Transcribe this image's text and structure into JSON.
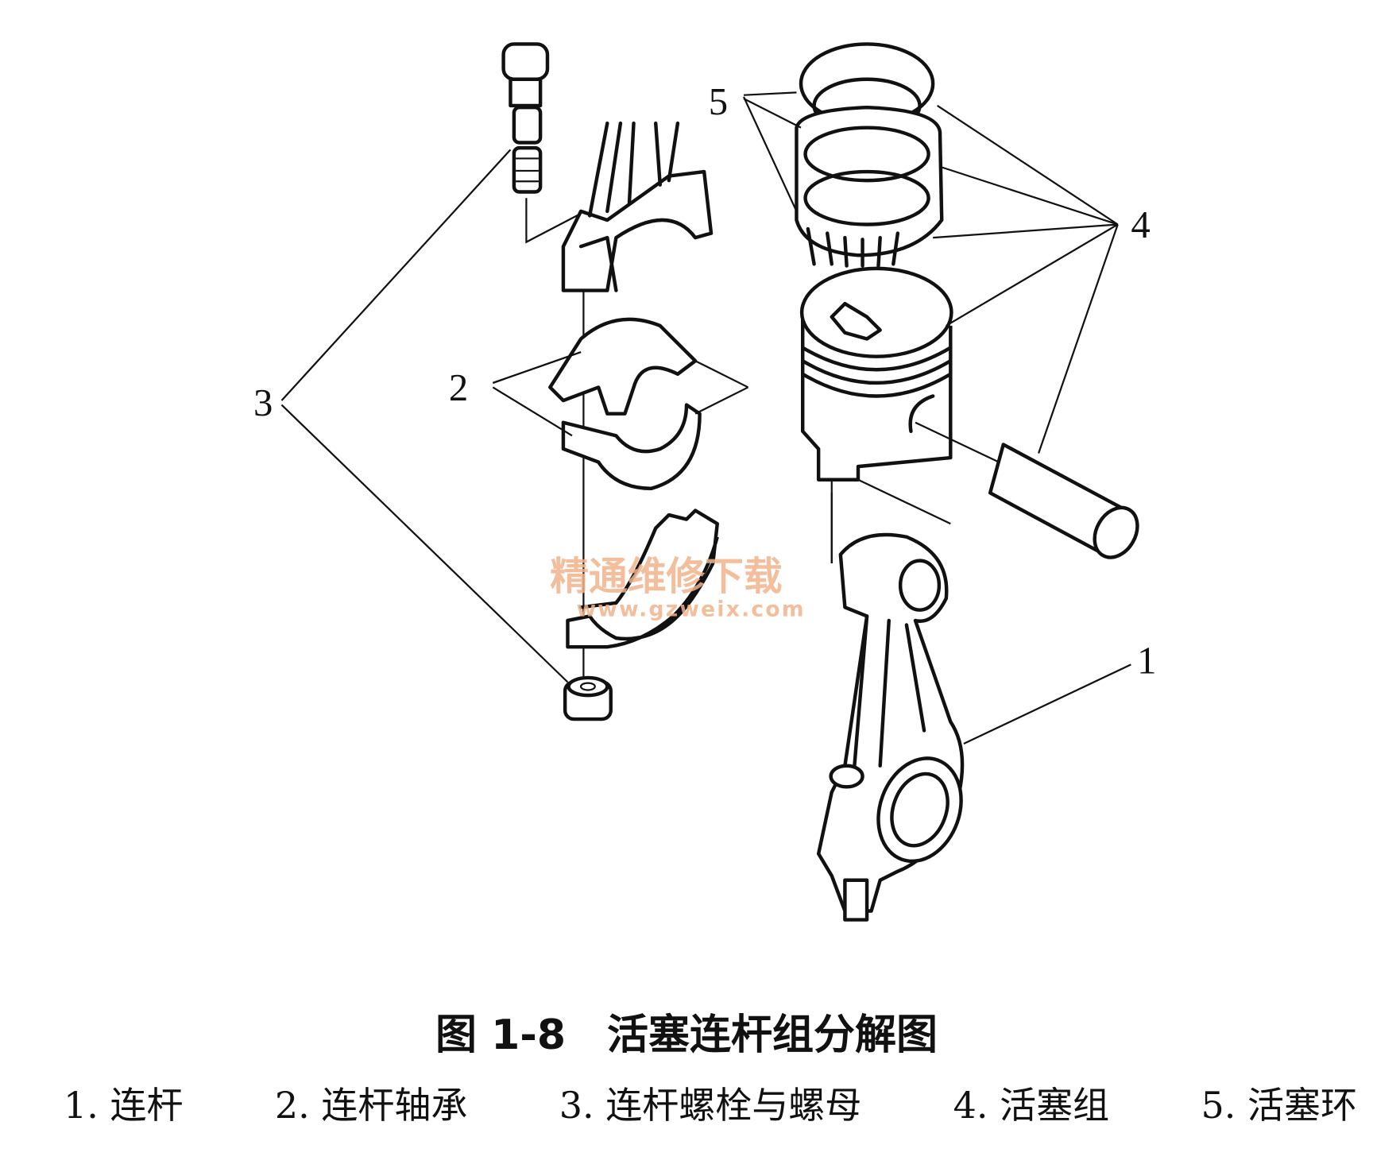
{
  "figure": {
    "title": "图 1-8　活塞连杆组分解图",
    "callouts": [
      "1",
      "2",
      "3",
      "4",
      "5"
    ],
    "legend": [
      "1. 连杆",
      "2. 连杆轴承",
      "3. 连杆螺栓与螺母",
      "4. 活塞组",
      "5. 活塞环"
    ],
    "watermark": {
      "cn": "精通维修下载",
      "url": "www.gzweix.com"
    }
  }
}
